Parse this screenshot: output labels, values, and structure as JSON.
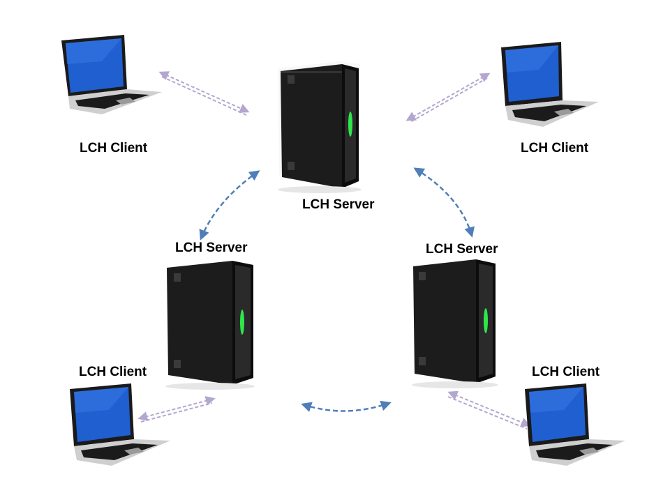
{
  "nodes": {
    "server_top": {
      "label": "LCH Server",
      "kind": "server"
    },
    "server_left": {
      "label": "LCH Server",
      "kind": "server"
    },
    "server_right": {
      "label": "LCH Server",
      "kind": "server"
    },
    "client_top_left": {
      "label": "LCH Client",
      "kind": "laptop"
    },
    "client_top_right": {
      "label": "LCH Client",
      "kind": "laptop"
    },
    "client_bottom_left": {
      "label": "LCH Client",
      "kind": "laptop"
    },
    "client_bottom_right": {
      "label": "LCH Client",
      "kind": "laptop"
    }
  },
  "links": [
    {
      "from": "client_top_left",
      "to": "server_top",
      "style": "double-dashed",
      "color": "#b3a6cf"
    },
    {
      "from": "client_top_right",
      "to": "server_top",
      "style": "double-dashed",
      "color": "#b3a6cf"
    },
    {
      "from": "client_bottom_left",
      "to": "server_left",
      "style": "double-dashed",
      "color": "#b3a6cf"
    },
    {
      "from": "client_bottom_right",
      "to": "server_right",
      "style": "double-dashed",
      "color": "#b3a6cf"
    },
    {
      "from": "server_top",
      "to": "server_left",
      "style": "dashed-curve",
      "color": "#4f7fb8"
    },
    {
      "from": "server_top",
      "to": "server_right",
      "style": "dashed-curve",
      "color": "#4f7fb8"
    },
    {
      "from": "server_left",
      "to": "server_right",
      "style": "dashed-curve",
      "color": "#4f7fb8"
    }
  ],
  "colors": {
    "server_body": "#1c1c1c",
    "server_led": "#2ee84a",
    "laptop_screen": "#1f5fd0",
    "laptop_frame": "#1a1a1a",
    "client_link": "#b3a6cf",
    "server_link": "#4f7fb8"
  }
}
